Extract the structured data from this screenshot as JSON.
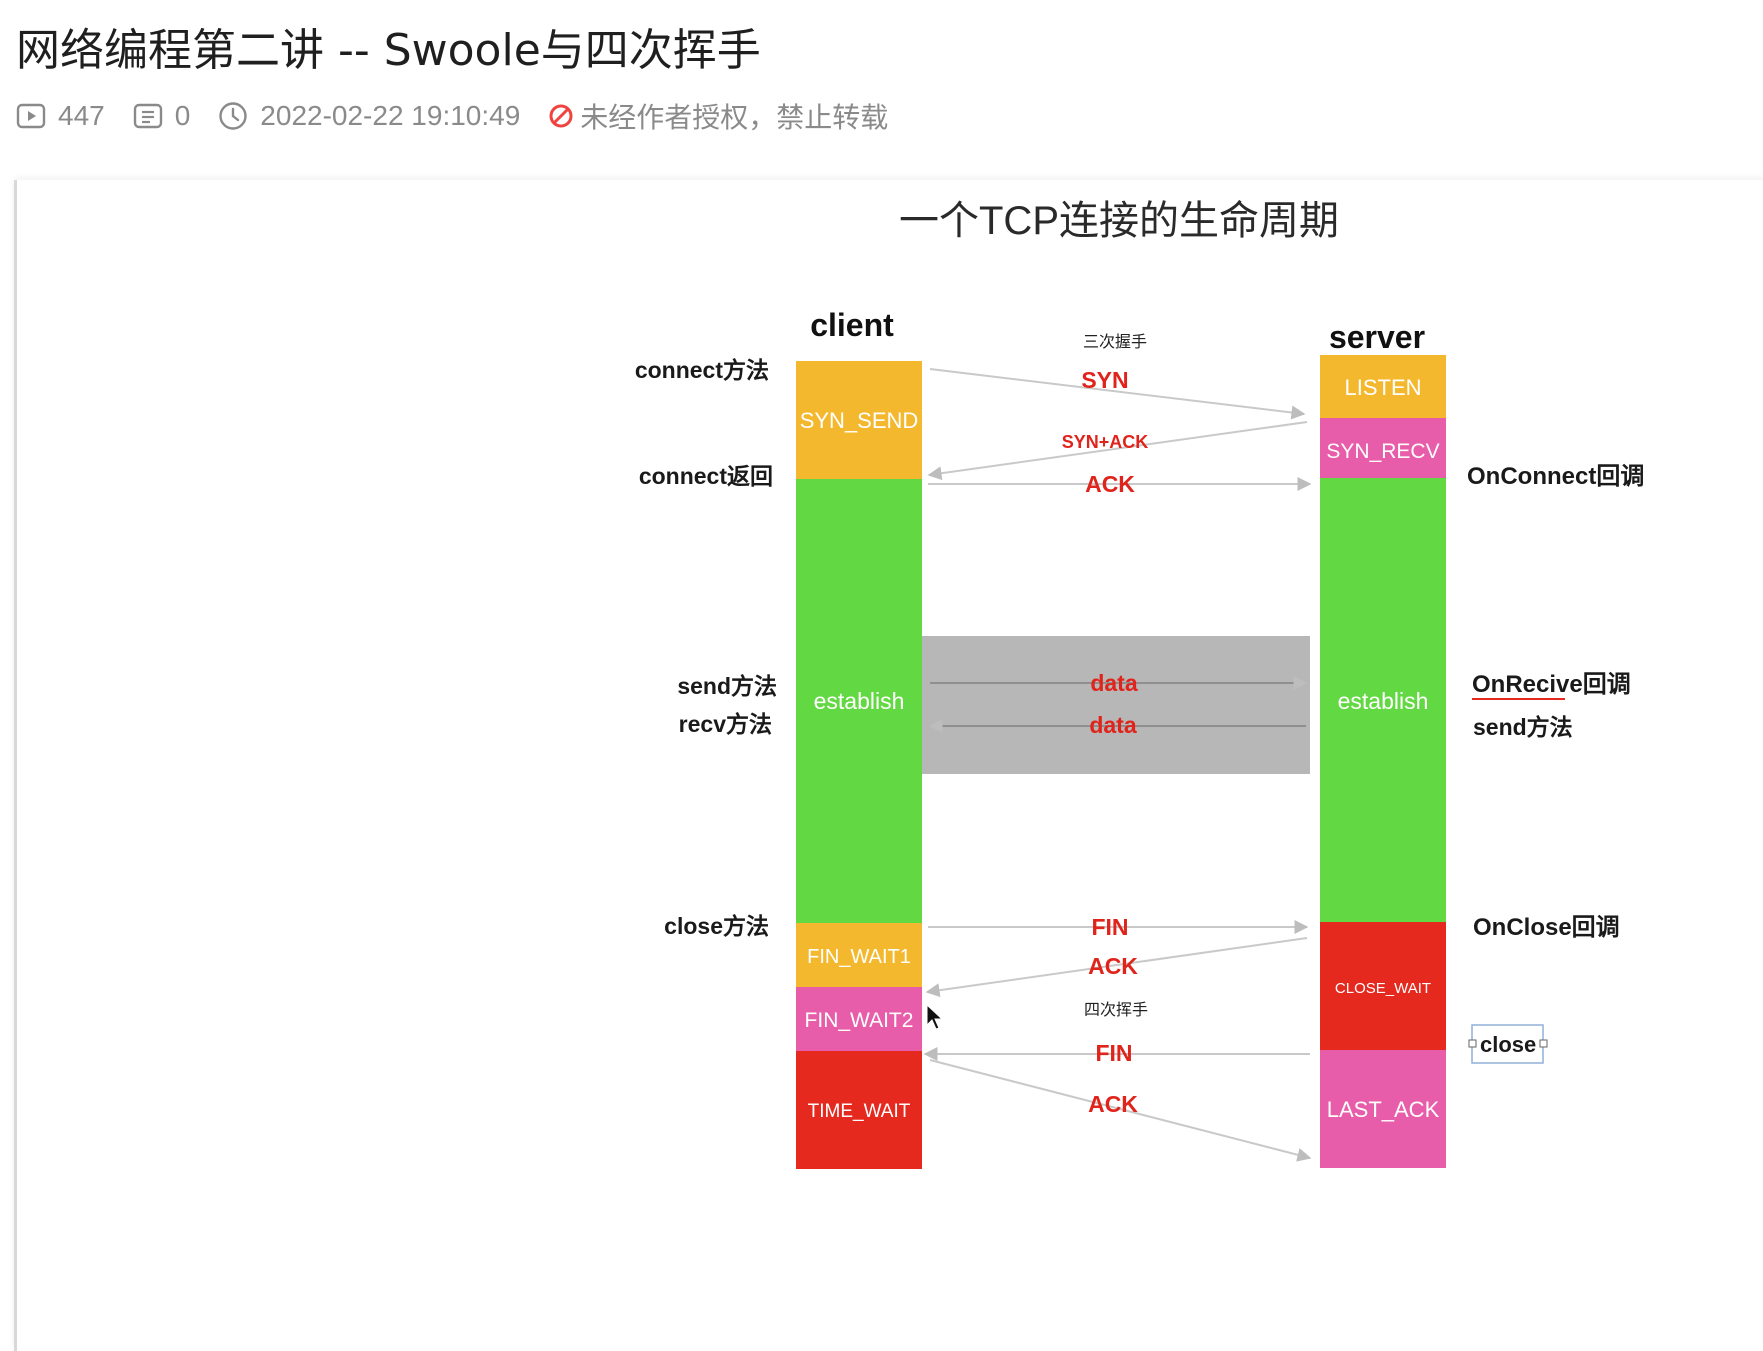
{
  "page": {
    "title": "网络编程第二讲 -- Swoole与四次挥手",
    "views": "447",
    "comments": "0",
    "datetime": "2022-02-22 19:10:49",
    "copyright": "未经作者授权，禁止转载",
    "icons": [
      "play-icon",
      "comment-icon",
      "clock-icon",
      "forbidden-icon"
    ]
  },
  "diagram": {
    "title": "一个TCP连接的生命周期",
    "client_label": "client",
    "server_label": "server",
    "handshake_label": "三次握手",
    "wave_label": "四次挥手",
    "client_states": [
      "SYN_SEND",
      "establish",
      "FIN_WAIT1",
      "FIN_WAIT2",
      "TIME_WAIT"
    ],
    "server_states": [
      "LISTEN",
      "SYN_RECV",
      "establish",
      "CLOSE_WAIT",
      "LAST_ACK"
    ],
    "client_notes": [
      "connect方法",
      "connect返回",
      "send方法",
      "recv方法",
      "close方法"
    ],
    "server_notes": [
      "OnConnect回调",
      "OnRecive回调",
      "send方法",
      "OnClose回调",
      "close"
    ],
    "messages": [
      "SYN",
      "SYN+ACK",
      "ACK",
      "data",
      "data",
      "FIN",
      "ACK",
      "FIN",
      "ACK"
    ],
    "colors": {
      "orange": "#F4B82E",
      "green": "#62D842",
      "pink": "#E85DAA",
      "red": "#E5291F",
      "gray_box": "#B7B7B7",
      "message_red": "#E0241B"
    }
  }
}
